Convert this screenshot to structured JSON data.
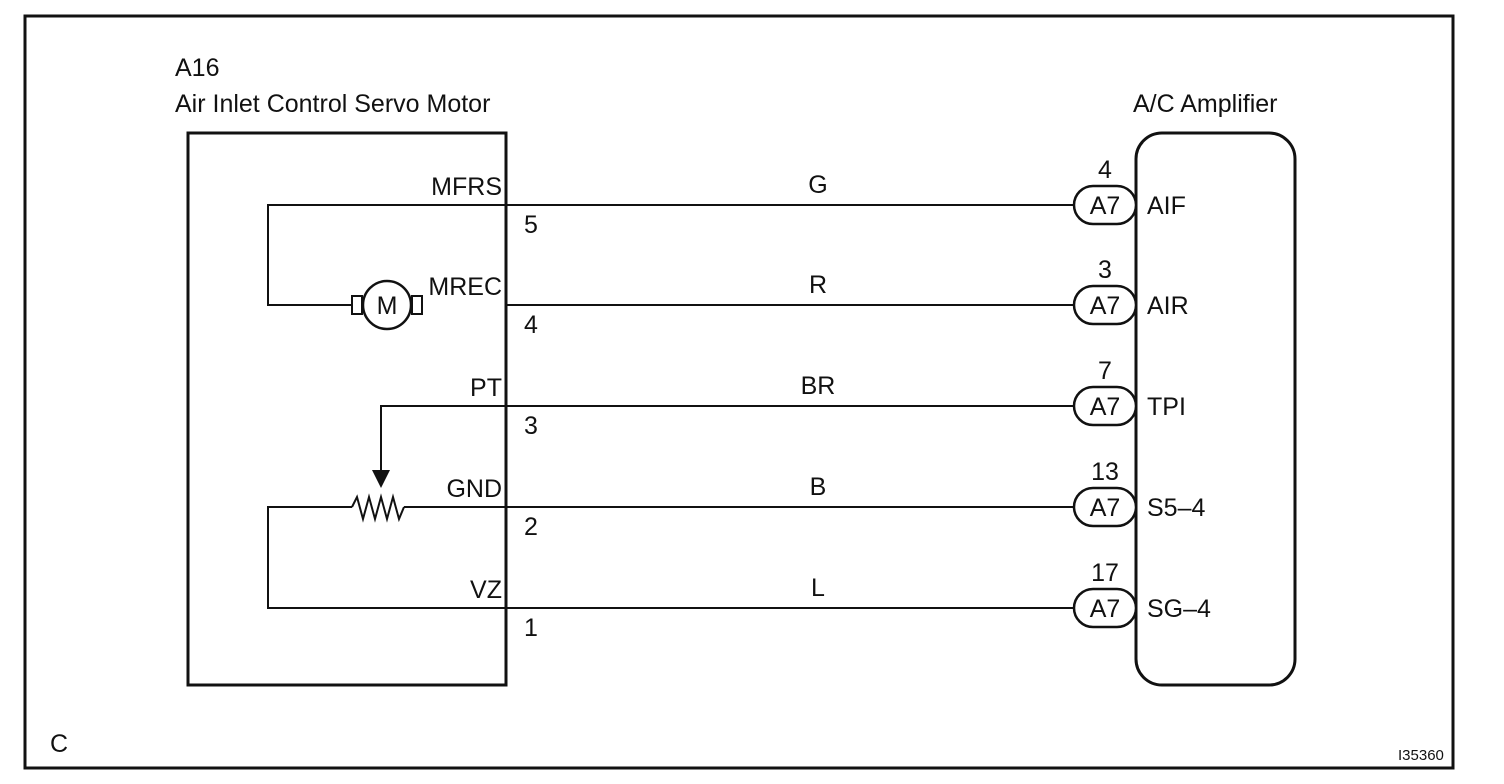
{
  "corner_label": "C",
  "figure_id": "I35360",
  "component": {
    "code": "A16",
    "name": "Air Inlet Control Servo Motor",
    "motor_symbol": "M"
  },
  "amplifier": {
    "name": "A/C Amplifier"
  },
  "connector_label": "A7",
  "wires": [
    {
      "component_terminal": "MFRS",
      "component_pin": "5",
      "color": "G",
      "amp_pin": "4",
      "amp_terminal": "AIF"
    },
    {
      "component_terminal": "MREC",
      "component_pin": "4",
      "color": "R",
      "amp_pin": "3",
      "amp_terminal": "AIR"
    },
    {
      "component_terminal": "PT",
      "component_pin": "3",
      "color": "BR",
      "amp_pin": "7",
      "amp_terminal": "TPI"
    },
    {
      "component_terminal": "GND",
      "component_pin": "2",
      "color": "B",
      "amp_pin": "13",
      "amp_terminal": "S5–4"
    },
    {
      "component_terminal": "VZ",
      "component_pin": "1",
      "color": "L",
      "amp_pin": "17",
      "amp_terminal": "SG–4"
    }
  ]
}
